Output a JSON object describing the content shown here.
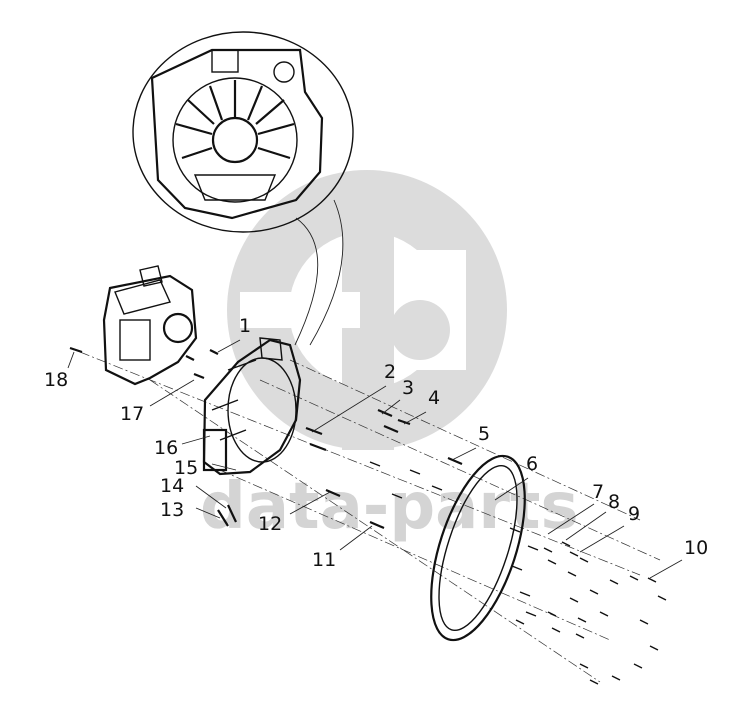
{
  "watermark": {
    "text": "data-parts",
    "color": "#d4d4d4"
  },
  "callouts": [
    "1",
    "2",
    "3",
    "4",
    "5",
    "6",
    "7",
    "8",
    "9",
    "10",
    "11",
    "12",
    "13",
    "14",
    "15",
    "16",
    "17",
    "18"
  ]
}
